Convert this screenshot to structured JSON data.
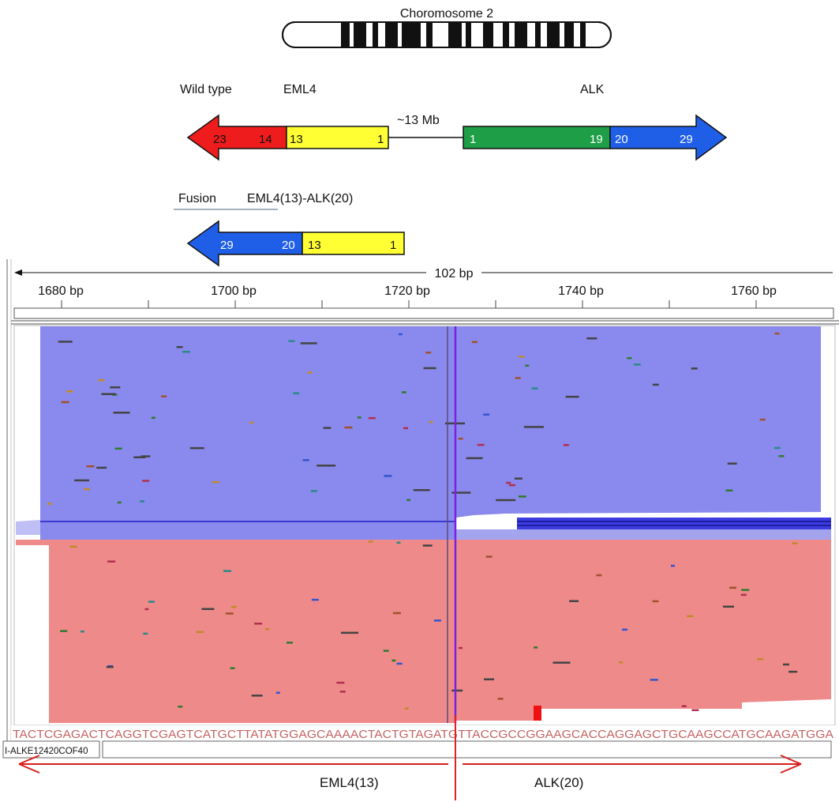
{
  "chromosome": {
    "title": "Choromosome 2"
  },
  "wild_type": {
    "label": "Wild type",
    "gene1_label": "EML4",
    "gene2_label": "ALK",
    "distance_label": "~13 Mb",
    "eml4_red_exons": [
      "23",
      "14"
    ],
    "eml4_yellow_exons": [
      "13",
      "1"
    ],
    "alk_green_exons": [
      "1",
      "19"
    ],
    "alk_blue_exons": [
      "20",
      "29"
    ]
  },
  "fusion": {
    "label": "Fusion",
    "name": "EML4(13)-ALK(20)",
    "blue_exons": [
      "29",
      "20"
    ],
    "yellow_exons": [
      "13",
      "1"
    ]
  },
  "igv": {
    "span_label": "102 bp",
    "ruler_ticks": [
      "1680 bp",
      "1700 bp",
      "1720 bp",
      "1740 bp",
      "1760 bp"
    ],
    "sequence": "TACTCGAGACTCAGGTCGAGTCATGCTTATATGGAGCAAAACTACTGTAGATGTTACCGCCGGAAGCACCAGGAGCTGCAAGCCATGCAAGATGGA",
    "read_label": "I-ALKE12420COF40"
  },
  "annotation": {
    "left_label": "EML4(13)",
    "right_label": "ALK(20)"
  },
  "colors": {
    "eml4_red": "#ee1c1c",
    "eml4_yellow": "#ffff33",
    "alk_green": "#1e9e46",
    "alk_blue": "#1f5fe8",
    "reads_forward": "#8a8aee",
    "reads_reverse": "#ef8a8a",
    "breakpoint": "#e22222"
  }
}
